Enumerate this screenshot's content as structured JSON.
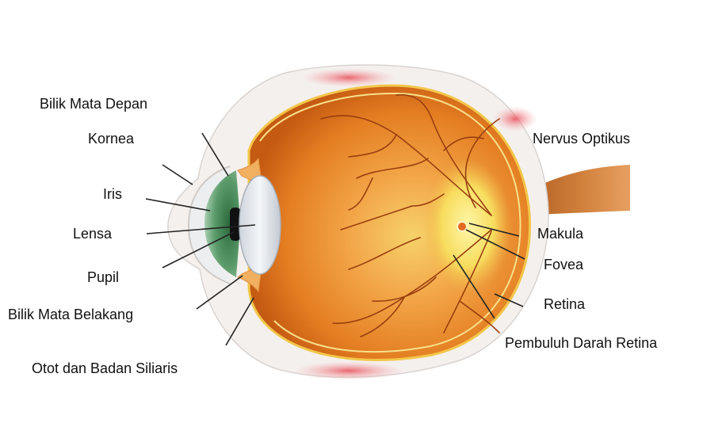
{
  "labels": {
    "bilik_mata_depan": "Bilik Mata Depan",
    "kornea": "Kornea",
    "iris": "Iris",
    "lensa": "Lensa",
    "pupil": "Pupil",
    "bilik_mata_belakang": "Bilik Mata Belakang",
    "otot_badan_siliaris": "Otot dan Badan Siliaris",
    "nervus_optikus": "Nervus Optikus",
    "makula": "Makula",
    "fovea": "Fovea",
    "retina": "Retina",
    "pembuluh_darah_retina": "Pembuluh Darah Retina"
  },
  "colors": {
    "sclera": "#f4f0ee",
    "choroid": "#e07a1e",
    "vitreous": "#f0a042",
    "iris": "#4f8f5e",
    "lens": "#e6eaf0",
    "retina_line": "#f2c64a",
    "vessels": "#9a3f10",
    "optic_nerve": "#c8702c",
    "leader": "#222222"
  }
}
